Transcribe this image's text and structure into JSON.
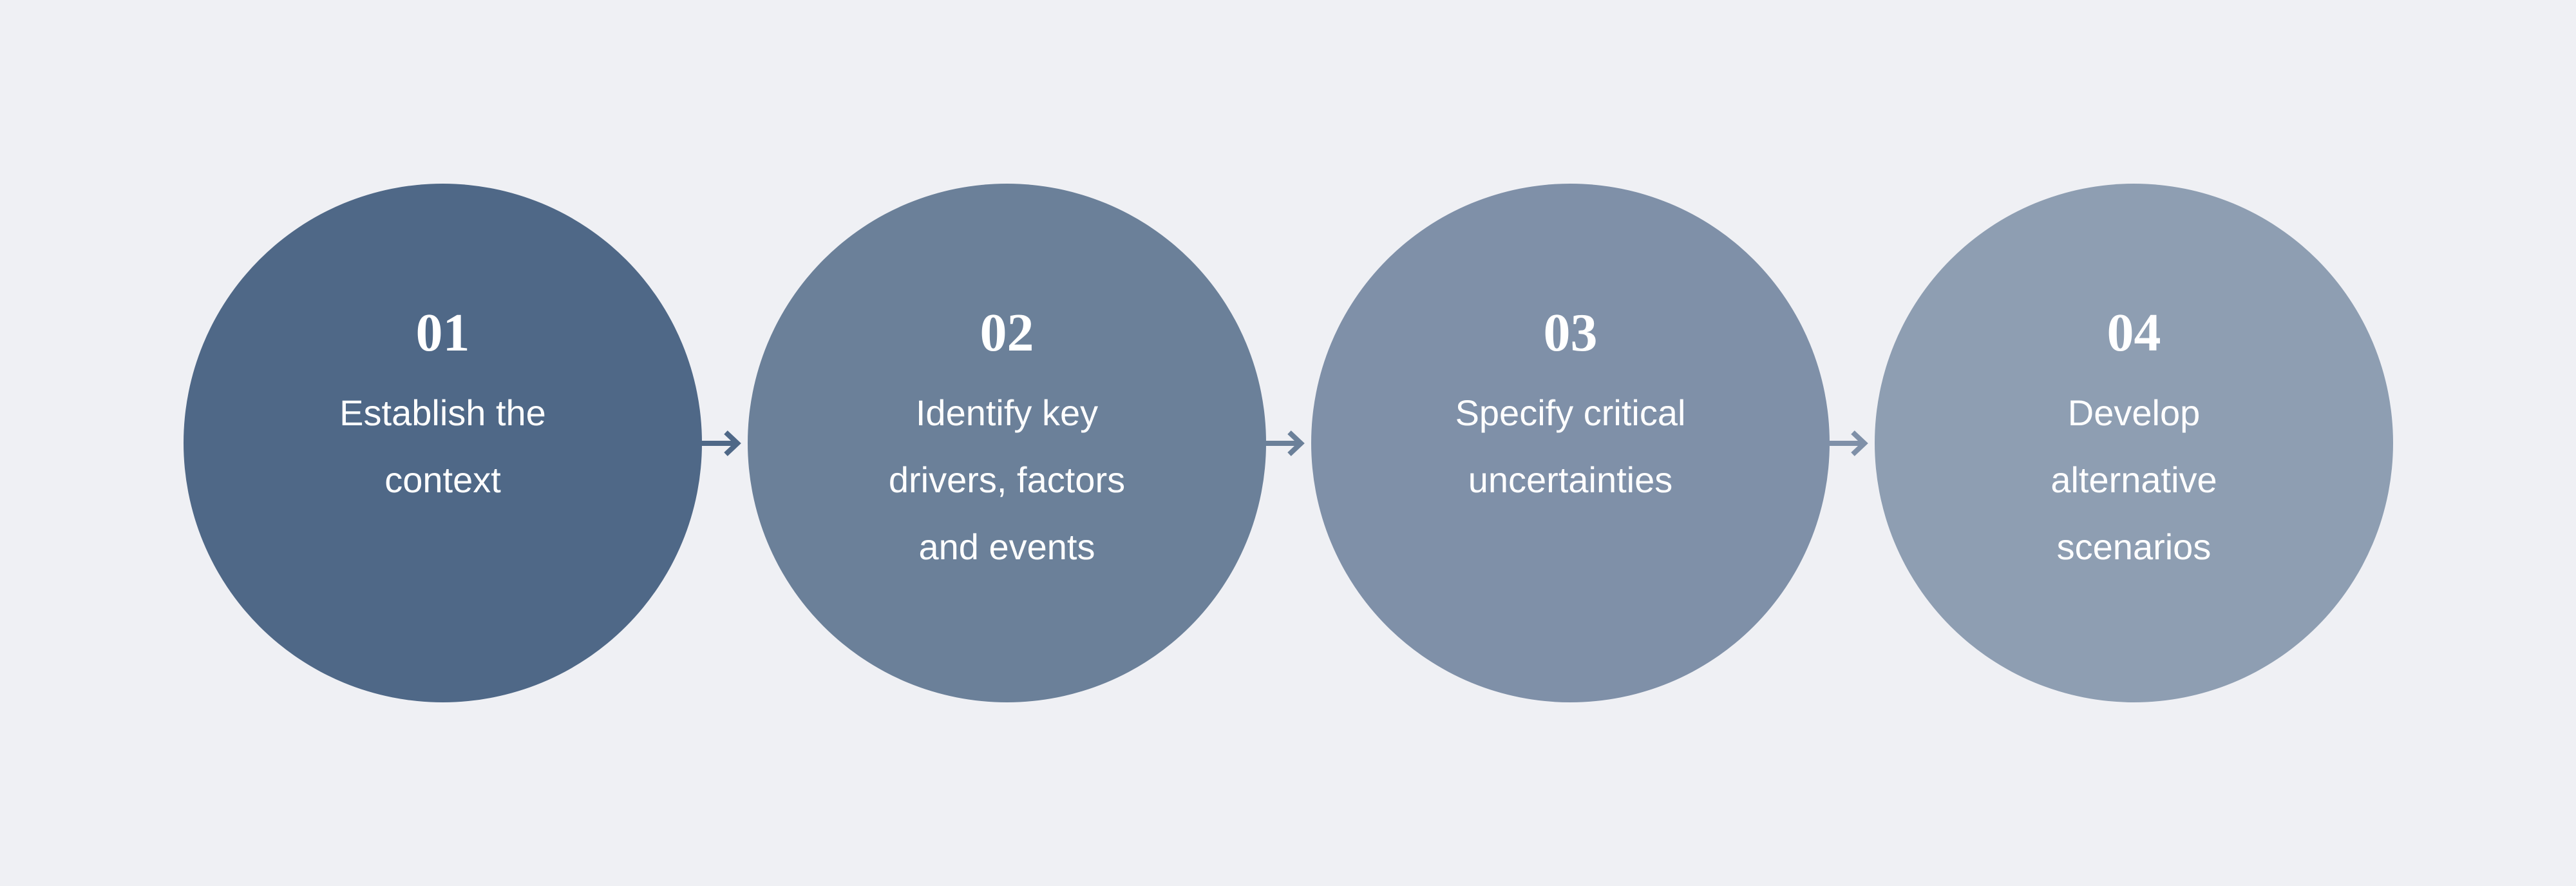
{
  "steps": [
    {
      "number": "01",
      "label": "Establish the context",
      "color": "#4f6887"
    },
    {
      "number": "02",
      "label": "Identify key drivers, factors and events",
      "color": "#6b8099"
    },
    {
      "number": "03",
      "label": "Specify critical uncertainties",
      "color": "#7f90a8"
    },
    {
      "number": "04",
      "label": "Develop alternative scenarios",
      "color": "#8e9eb2"
    }
  ],
  "colors": {
    "background": "#eff0f4",
    "text": "#ffffff",
    "arrow_1": "#4f6887",
    "arrow_2": "#6b8099",
    "arrow_3": "#7f90a8"
  }
}
